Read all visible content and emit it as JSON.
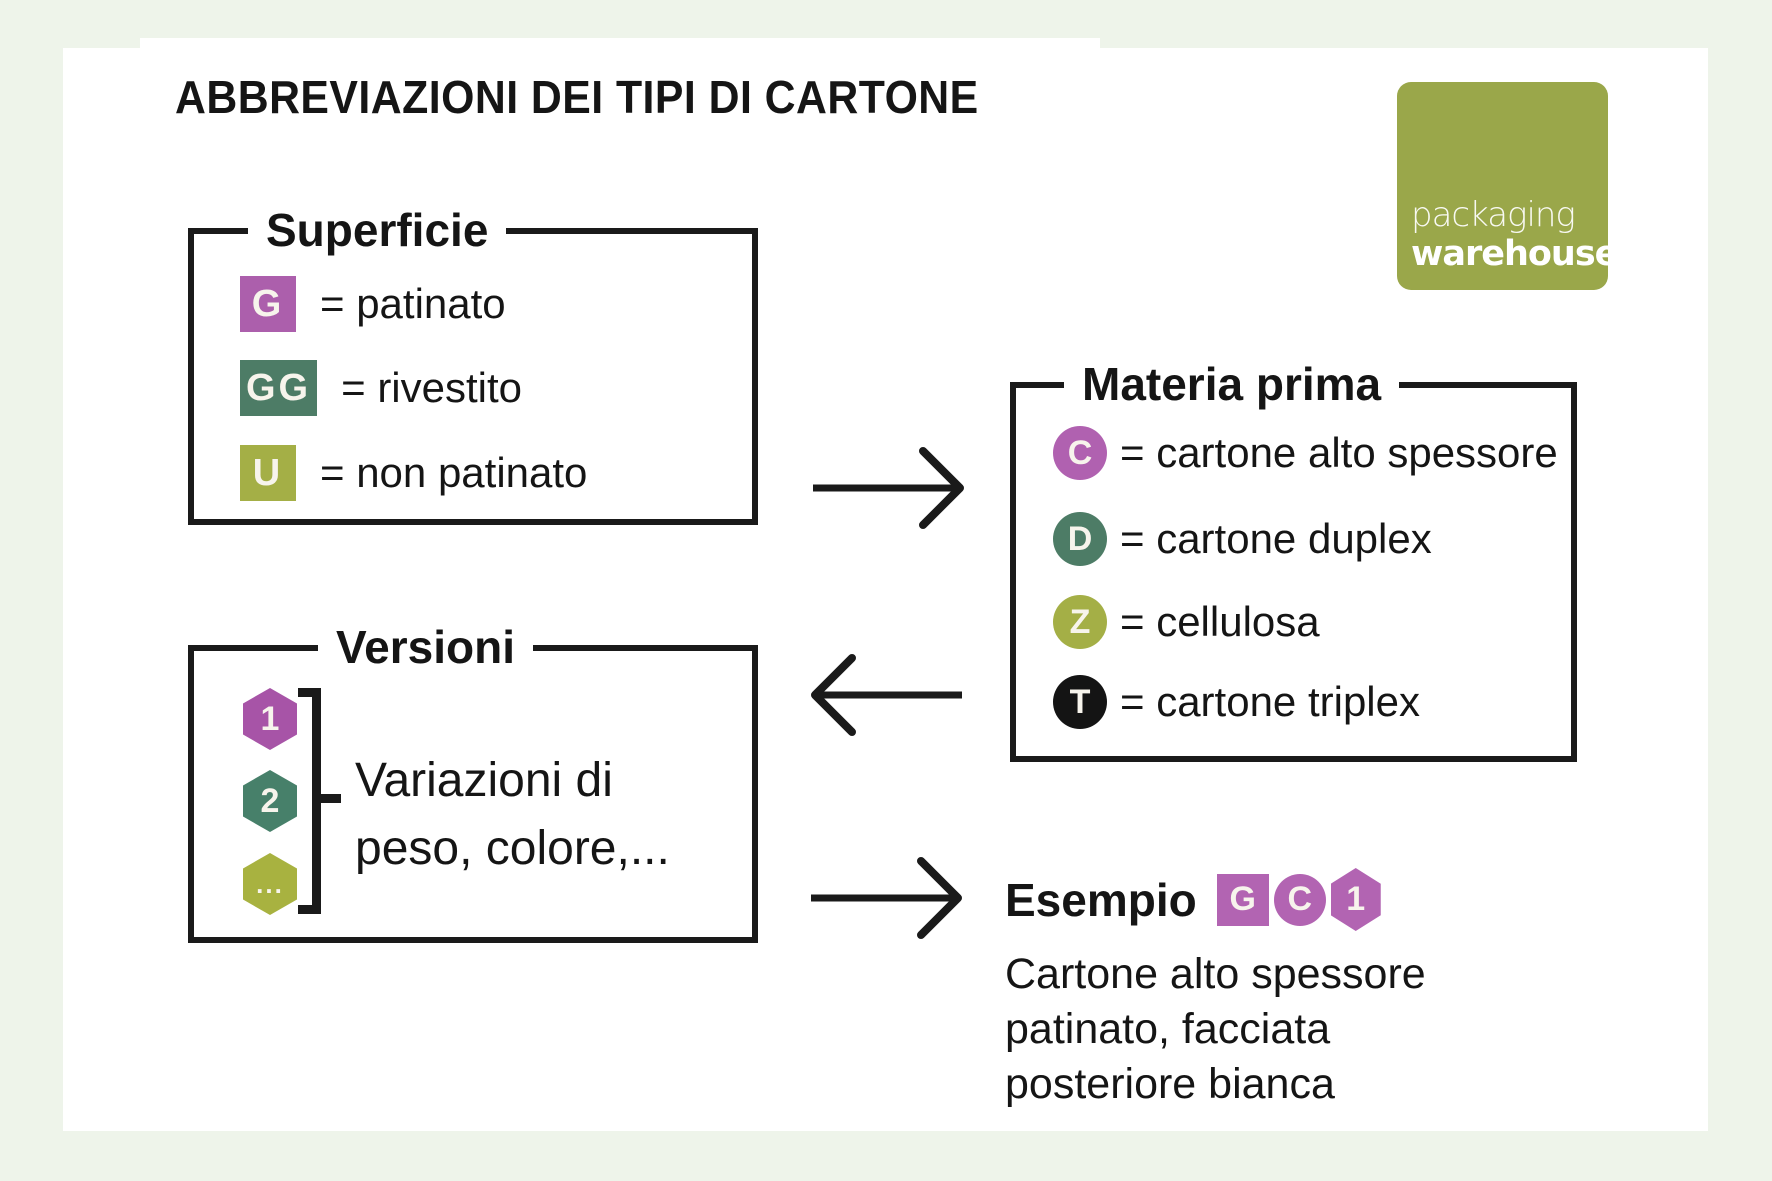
{
  "colors": {
    "page_bg": "#eef4ea",
    "panel_bg": "#ffffff",
    "ink": "#151515",
    "line": "#1a1a1a",
    "purple": "#ac5fac",
    "purple_circle": "#b061b0",
    "purple_hex": "#a754a7",
    "purple_example": "#b264b2",
    "dark_green": "#4d7c66",
    "olive": "#a4af46",
    "olive_hex": "#a8b240",
    "black_badge": "#141414",
    "logo_green": "#9aa74a"
  },
  "heading": "ABBREVIAZIONI DEI TIPI DI CARTONE",
  "logo": {
    "line1": "packaging",
    "line2": "warehouse",
    "bg": "#9aa74a"
  },
  "boxes": {
    "superficie": {
      "title": "Superficie",
      "items": [
        {
          "badge": "G",
          "shape": "square",
          "color": "#ac5fac",
          "label": "= patinato"
        },
        {
          "badge": "GG",
          "shape": "square",
          "color": "#4d7c66",
          "label": "= rivestito"
        },
        {
          "badge": "U",
          "shape": "square",
          "color": "#a4af46",
          "label": "= non patinato"
        }
      ]
    },
    "materia_prima": {
      "title": "Materia prima",
      "items": [
        {
          "badge": "C",
          "shape": "circle",
          "color": "#b061b0",
          "label": "= cartone alto spessore"
        },
        {
          "badge": "D",
          "shape": "circle",
          "color": "#4d7c66",
          "label": "= cartone duplex"
        },
        {
          "badge": "Z",
          "shape": "circle",
          "color": "#a4af46",
          "label": "= cellulosa"
        },
        {
          "badge": "T",
          "shape": "circle",
          "color": "#141414",
          "label": "= cartone triplex"
        }
      ]
    },
    "versioni": {
      "title": "Versioni",
      "items": [
        {
          "badge": "1",
          "shape": "hexagon",
          "color": "#a754a7"
        },
        {
          "badge": "2",
          "shape": "hexagon",
          "color": "#47806a"
        },
        {
          "badge": "...",
          "shape": "hexagon",
          "color": "#a8b240"
        }
      ],
      "note_line1": "Variazioni di",
      "note_line2": "peso, colore,..."
    }
  },
  "esempio": {
    "title": "Esempio",
    "badges": [
      {
        "text": "G",
        "shape": "square",
        "color": "#b264b2"
      },
      {
        "text": "C",
        "shape": "circle",
        "color": "#b264b2"
      },
      {
        "text": "1",
        "shape": "hexagon",
        "color": "#b264b2"
      }
    ],
    "description_line1": "Cartone alto spessore",
    "description_line2": "patinato, facciata",
    "description_line3": "posteriore bianca"
  }
}
